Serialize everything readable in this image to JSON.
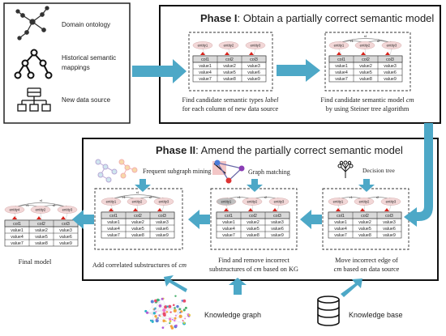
{
  "inputs": {
    "domain_ontology": "Domain ontology",
    "historical_line1": "Historical semantic",
    "historical_line2": "mappings",
    "new_data_source": "New data source"
  },
  "phase1": {
    "title_bold": "Phase I",
    "title_rest": ": Obtain a  partially correct semantic model",
    "step1_line1_pre": "Find candidate semantic types ",
    "step1_line1_em": "label",
    "step1_line2": "for each column of new data source",
    "step2_line1_pre": "Find candidate semantic model ",
    "step2_line1_em": "cm",
    "step2_line2": "by using Steiner tree algorithm"
  },
  "phase2": {
    "title_bold": "Phase II",
    "title_rest": ": Amend the partially correct semantic model",
    "frequent_subgraph": "Frequent subgraph mining",
    "graph_matching": "Graph matching",
    "decision_tree": "Decision tree",
    "add_line1_pre": "Add correlated substructures of ",
    "add_line1_em": "cm",
    "remove_line1": "Find and remove incorrect",
    "remove_line2_pre": "substructures of ",
    "remove_line2_em": "cm",
    "remove_line2_post": " based on KG",
    "move_line1": "Move incorrect edge of",
    "move_line2_em": "cm",
    "move_line2_post": " based on data source"
  },
  "outputs": {
    "final_model": "Final model",
    "knowledge_graph": "Knowledge graph",
    "knowledge_base": "Knowledge base"
  },
  "model": {
    "entities": [
      "entity1",
      "entity2",
      "entity3"
    ],
    "entities_final": [
      "entity4",
      "entity2",
      "entity3"
    ],
    "edge_labels": [
      "r4",
      "r1",
      "r2",
      "r3"
    ],
    "columns": [
      "col1",
      "col2",
      "col3"
    ],
    "rows": [
      [
        "value1",
        "value2",
        "value3"
      ],
      [
        "value4",
        "value5",
        "value6"
      ],
      [
        "value7",
        "value8",
        "value9"
      ]
    ]
  },
  "colors": {
    "arrow": "#4da8c7",
    "entity_fill": "#f2d7d7",
    "entity_fill_gray": "#bfbfbf",
    "header_fill": "#d9d9d9",
    "marker": "#d9241c"
  }
}
